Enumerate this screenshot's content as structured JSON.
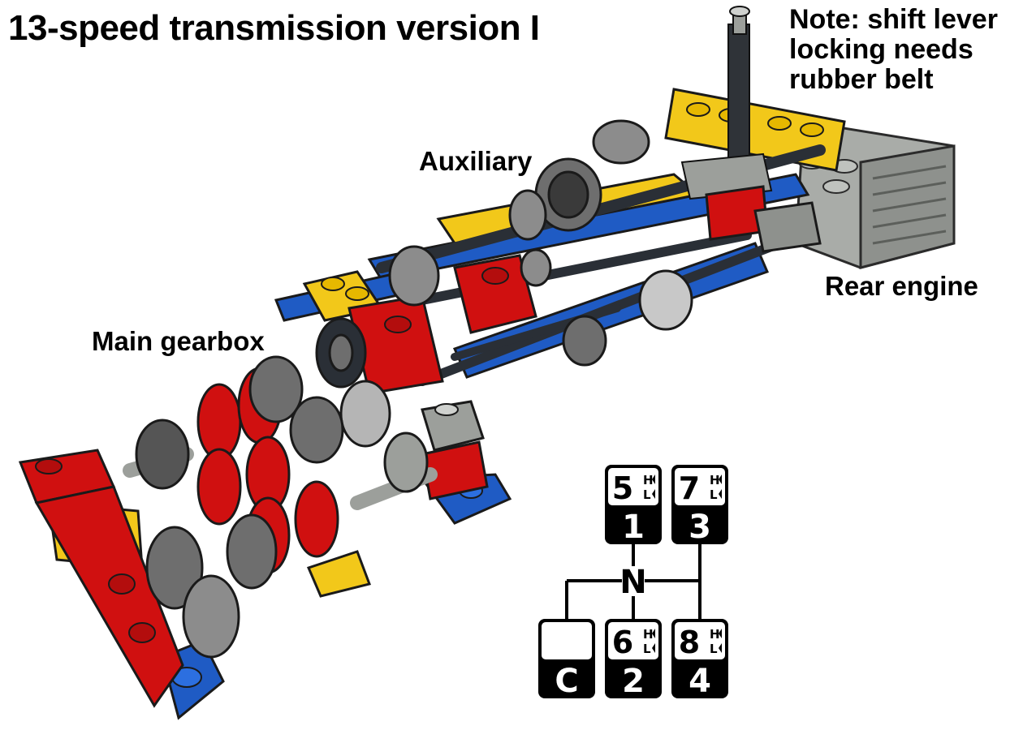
{
  "title": "13-speed transmission version I",
  "note": {
    "lines": [
      "Note: shift lever",
      "locking needs",
      "rubber belt"
    ]
  },
  "labels": {
    "auxiliary": "Auxiliary",
    "rear_engine": "Rear engine",
    "main_gearbox": "Main gearbox"
  },
  "colors": {
    "brick_red": "#d01010",
    "brick_yellow": "#f2c81a",
    "brick_blue": "#1f5bc4",
    "gear_gray": "#8c8c8c",
    "axle_dark": "#2a2f36",
    "engine_gray": "#a9aca8"
  },
  "shift_pattern": {
    "high_low_top": "H",
    "high_low_bottom": "L",
    "neutral": "N",
    "slots": [
      {
        "top": "5",
        "bottom": "1",
        "hl": true
      },
      {
        "top": "7",
        "bottom": "3",
        "hl": true
      },
      {
        "top": "",
        "bottom": "C",
        "hl": false
      },
      {
        "top": "6",
        "bottom": "2",
        "hl": true
      },
      {
        "top": "8",
        "bottom": "4",
        "hl": true
      }
    ]
  }
}
